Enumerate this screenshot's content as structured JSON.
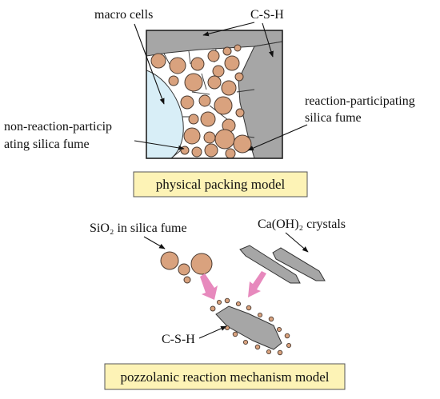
{
  "colors": {
    "particle": "#d9a27e",
    "particle_stroke": "#4a3a30",
    "csh_fill": "#a6a6a6",
    "csh_stroke": "#333333",
    "nonreactive_fill": "#d8eef7",
    "caption_fill": "#fdf3b6",
    "caption_stroke": "#555555",
    "arrow_pink": "#e789bd",
    "leader": "#111111"
  },
  "physical_model": {
    "labels": {
      "macro_cells": "macro cells",
      "csh": "C-S-H",
      "reactive_line1": "reaction-participating",
      "reactive_line2": "silica fume",
      "nonreactive_line1": "non-reaction-particip",
      "nonreactive_line2": "ating silica fume"
    },
    "caption": "physical packing model"
  },
  "reaction_model": {
    "labels": {
      "sio2": "SiO₂ in silica fume",
      "caoh2": "Ca(OH)₂ crystals",
      "csh": "C-S-H"
    },
    "caption": "pozzolanic reaction mechanism model"
  }
}
